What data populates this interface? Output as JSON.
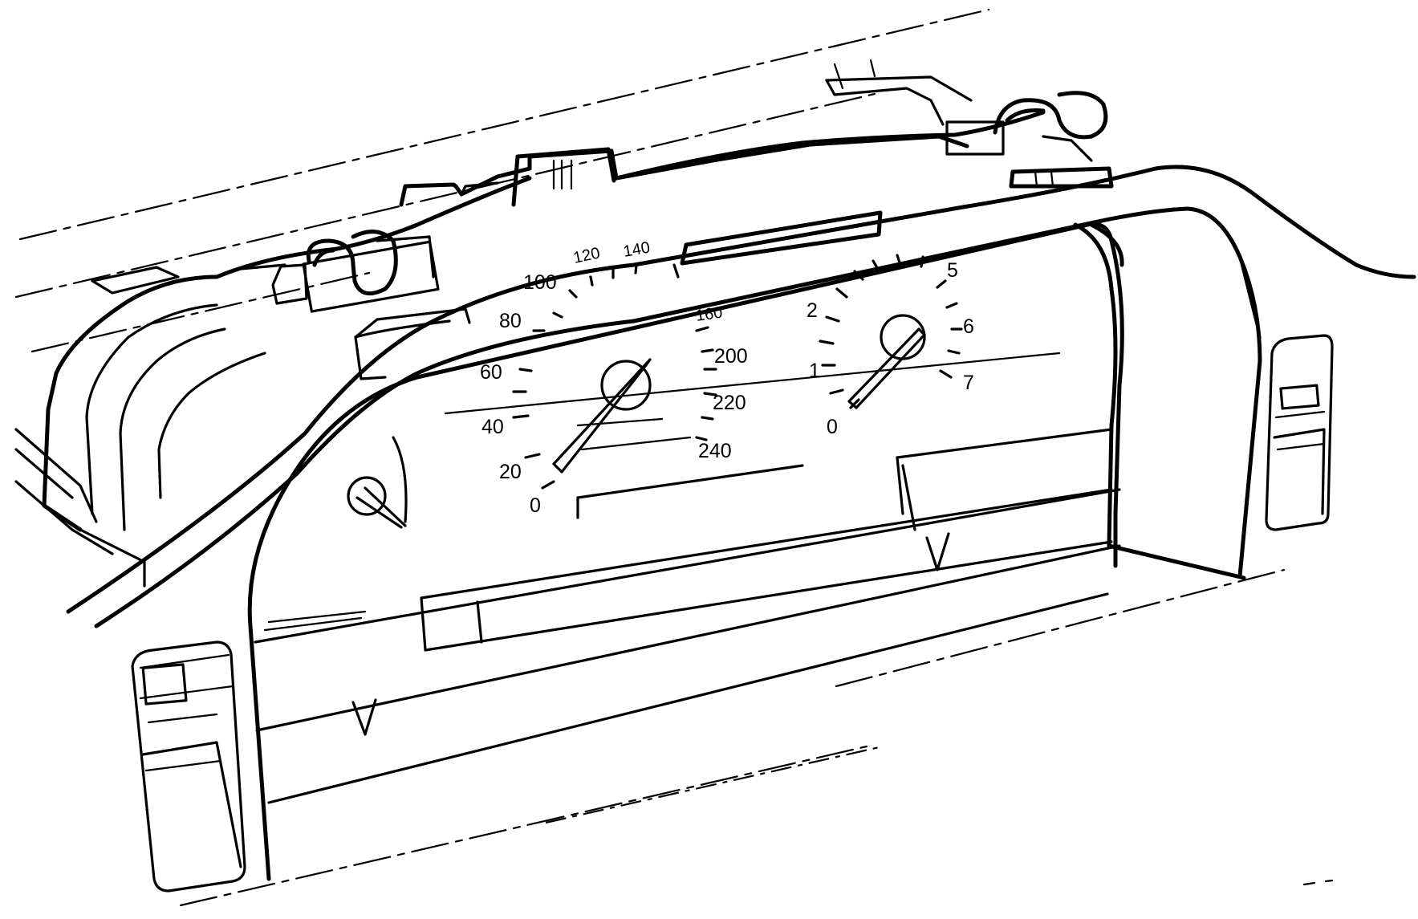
{
  "speedometer": {
    "labels": [
      "0",
      "20",
      "40",
      "60",
      "80",
      "100",
      "120",
      "140",
      "160",
      "200",
      "220",
      "240"
    ]
  },
  "tachometer": {
    "labels": [
      "0",
      "1",
      "2",
      "5",
      "6",
      "7"
    ]
  }
}
